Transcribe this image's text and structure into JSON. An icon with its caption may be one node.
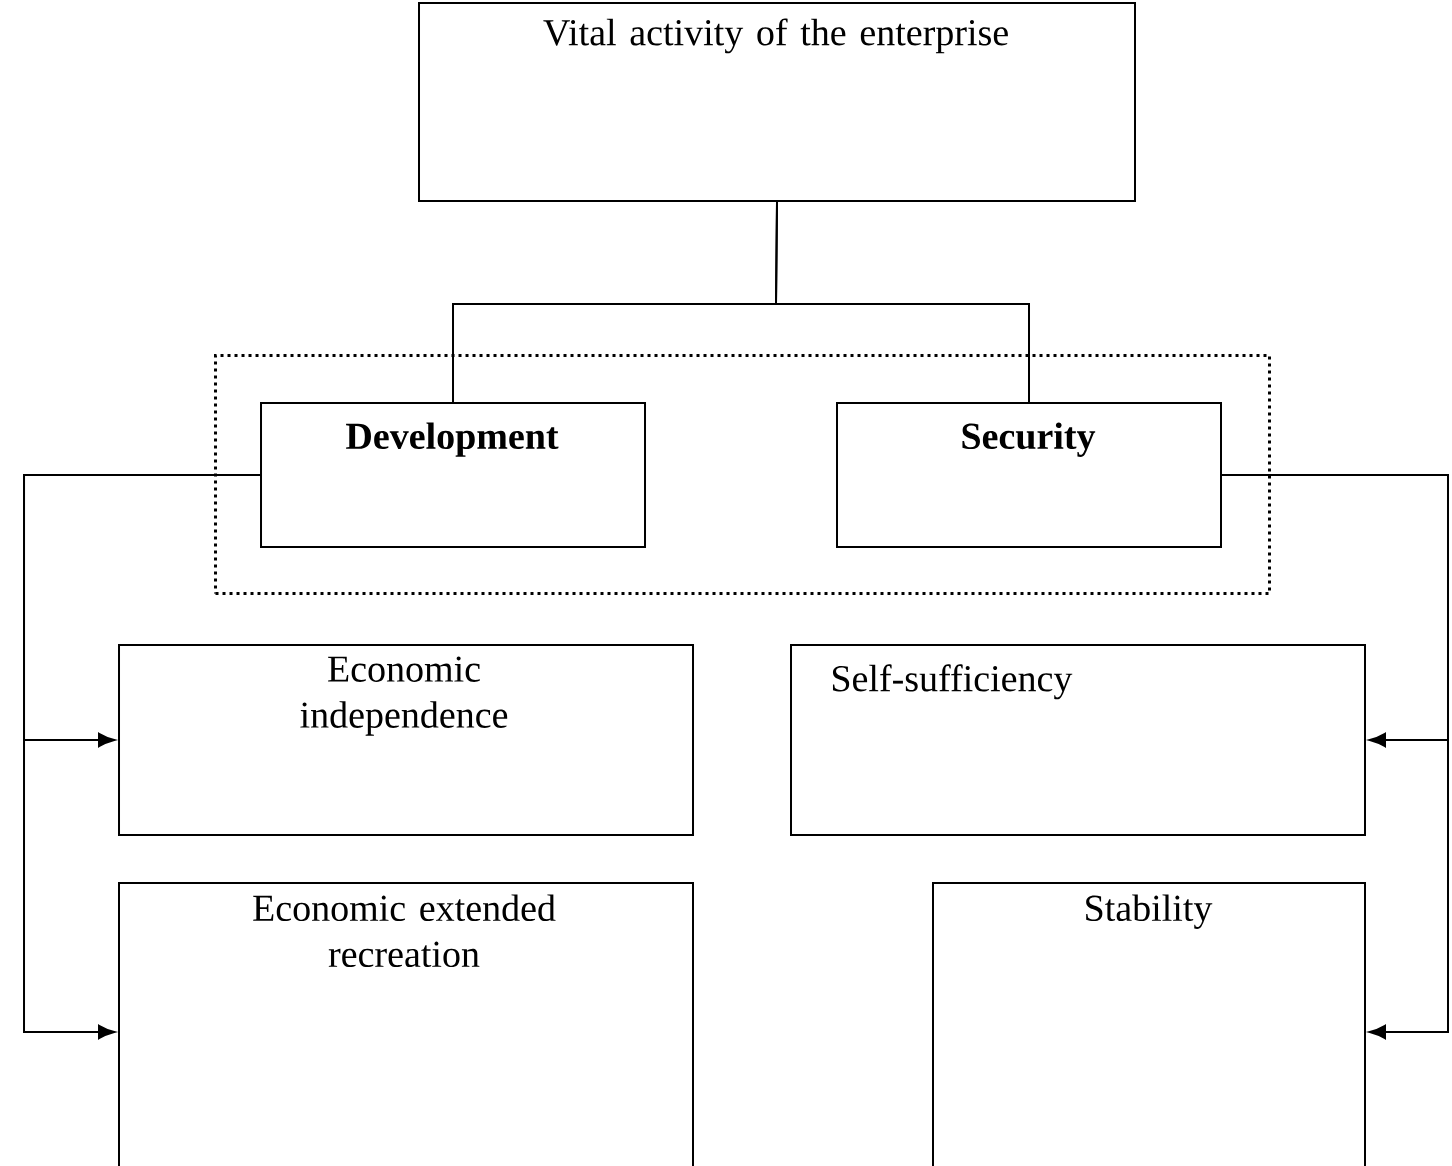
{
  "diagram": {
    "nodes": [
      {
        "text": [
          "Vital activity of the enterprise"
        ]
      },
      {
        "text": [],
        "shape": "box"
      },
      {
        "text": [
          "Development"
        ],
        "in": 1
      },
      {
        "text": [
          "Security"
        ],
        "in": 1
      },
      {
        "text": [
          "Economic independence"
        ]
      },
      {
        "text": [
          "Self-sufficiency"
        ]
      },
      {
        "text": [
          "Economic extended recreation"
        ]
      },
      {
        "text": [
          "Stability"
        ]
      }
    ],
    "edges": [
      {
        "from": 0,
        "to": 2,
        "arrow": "none"
      },
      {
        "from": 0,
        "to": 3,
        "arrow": "none"
      },
      {
        "from": 2,
        "to": 4,
        "arrow": "to"
      },
      {
        "from": 2,
        "to": 6,
        "arrow": "to"
      },
      {
        "from": 3,
        "to": 5,
        "arrow": "to"
      },
      {
        "from": 3,
        "to": 7,
        "arrow": "to"
      }
    ]
  }
}
